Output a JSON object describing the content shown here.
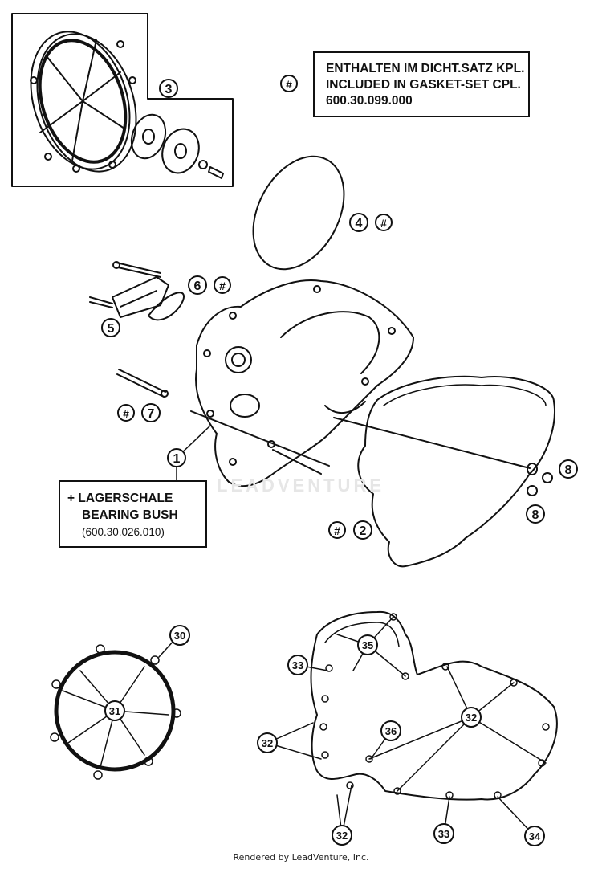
{
  "notes": {
    "gasket_set": {
      "symbol": "#",
      "line1": "ENTHALTEN IM DICHT.SATZ KPL.",
      "line2": "INCLUDED IN GASKET-SET CPL.",
      "line3": "600.30.099.000"
    },
    "bearing_bush": {
      "line1": "+ LAGERSCHALE",
      "line2": "BEARING BUSH",
      "line3": "(600.30.026.010)"
    }
  },
  "callouts": {
    "c1": "1",
    "c2": "2",
    "c3": "3",
    "c4": "4",
    "c5": "5",
    "c6": "6",
    "c7": "7",
    "c8a": "8",
    "c8b": "8",
    "c30": "30",
    "c31": "31",
    "c32a": "32",
    "c32b": "32",
    "c32c": "32",
    "c33a": "33",
    "c33b": "33",
    "c34": "34",
    "c35": "35",
    "c36": "36"
  },
  "hash_symbol": "#",
  "watermark": "LEADVENTURE",
  "footer": "Rendered by LeadVenture, Inc.",
  "colors": {
    "ink": "#111111",
    "paper": "#ffffff",
    "watermark": "#e6e6e6"
  }
}
